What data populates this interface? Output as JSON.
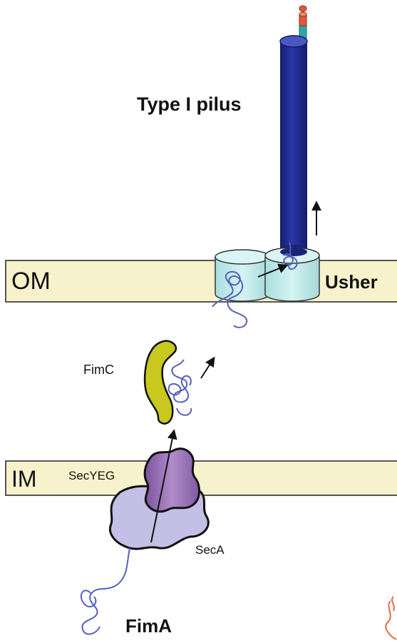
{
  "labels": {
    "pilus": "Type I pilus",
    "om": "OM",
    "usher": "Usher",
    "fimc": "FimC",
    "im": "IM",
    "secyeg": "SecYEG",
    "seca": "SecA",
    "fima": "FimA"
  },
  "colors": {
    "membrane": "#f8f2cc",
    "pilus": "#1f2a8c",
    "usher": "#c4ecec",
    "fimc": "#c8c81e",
    "secyeg": "#9a72b6",
    "seca": "#c4bfe4",
    "chain": "#5560c0",
    "tip_red": "#e05a3a",
    "tip_teal": "#2aa7a4",
    "red_fragment": "#e56a4a"
  }
}
